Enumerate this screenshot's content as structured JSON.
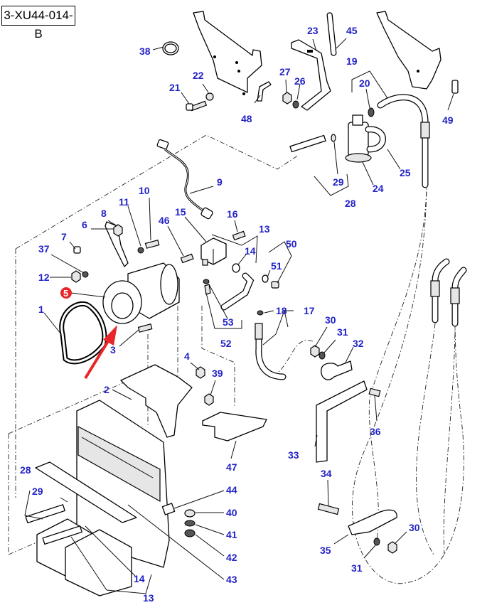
{
  "diagram": {
    "reference_code": "3-XU44-014-B",
    "label_color": "#2323c8",
    "highlight_color": "#e8262a",
    "highlighted_part": "5",
    "callouts": [
      {
        "id": "1",
        "text": "1"
      },
      {
        "id": "2",
        "text": "2"
      },
      {
        "id": "3",
        "text": "3"
      },
      {
        "id": "4",
        "text": "4"
      },
      {
        "id": "5",
        "text": "5"
      },
      {
        "id": "6",
        "text": "6"
      },
      {
        "id": "7",
        "text": "7"
      },
      {
        "id": "8",
        "text": "8"
      },
      {
        "id": "9",
        "text": "9"
      },
      {
        "id": "10",
        "text": "10"
      },
      {
        "id": "11",
        "text": "11"
      },
      {
        "id": "12",
        "text": "12"
      },
      {
        "id": "13a",
        "text": "13"
      },
      {
        "id": "13b",
        "text": "13"
      },
      {
        "id": "14a",
        "text": "14"
      },
      {
        "id": "14b",
        "text": "14"
      },
      {
        "id": "15",
        "text": "15"
      },
      {
        "id": "16",
        "text": "16"
      },
      {
        "id": "17",
        "text": "17"
      },
      {
        "id": "18",
        "text": "18"
      },
      {
        "id": "19",
        "text": "19"
      },
      {
        "id": "20",
        "text": "20"
      },
      {
        "id": "21",
        "text": "21"
      },
      {
        "id": "22",
        "text": "22"
      },
      {
        "id": "23",
        "text": "23"
      },
      {
        "id": "24",
        "text": "24"
      },
      {
        "id": "25",
        "text": "25"
      },
      {
        "id": "26",
        "text": "26"
      },
      {
        "id": "27",
        "text": "27"
      },
      {
        "id": "28a",
        "text": "28"
      },
      {
        "id": "28b",
        "text": "28"
      },
      {
        "id": "29a",
        "text": "29"
      },
      {
        "id": "29b",
        "text": "29"
      },
      {
        "id": "30a",
        "text": "30"
      },
      {
        "id": "30b",
        "text": "30"
      },
      {
        "id": "31a",
        "text": "31"
      },
      {
        "id": "31b",
        "text": "31"
      },
      {
        "id": "32",
        "text": "32"
      },
      {
        "id": "33",
        "text": "33"
      },
      {
        "id": "34",
        "text": "34"
      },
      {
        "id": "35",
        "text": "35"
      },
      {
        "id": "36",
        "text": "36"
      },
      {
        "id": "37",
        "text": "37"
      },
      {
        "id": "38",
        "text": "38"
      },
      {
        "id": "39",
        "text": "39"
      },
      {
        "id": "40",
        "text": "40"
      },
      {
        "id": "41",
        "text": "41"
      },
      {
        "id": "42",
        "text": "42"
      },
      {
        "id": "43",
        "text": "43"
      },
      {
        "id": "44",
        "text": "44"
      },
      {
        "id": "45",
        "text": "45"
      },
      {
        "id": "46",
        "text": "46"
      },
      {
        "id": "47",
        "text": "47"
      },
      {
        "id": "48",
        "text": "48"
      },
      {
        "id": "49",
        "text": "49"
      },
      {
        "id": "50",
        "text": "50"
      },
      {
        "id": "51",
        "text": "51"
      },
      {
        "id": "52",
        "text": "52"
      },
      {
        "id": "53",
        "text": "53"
      }
    ]
  }
}
